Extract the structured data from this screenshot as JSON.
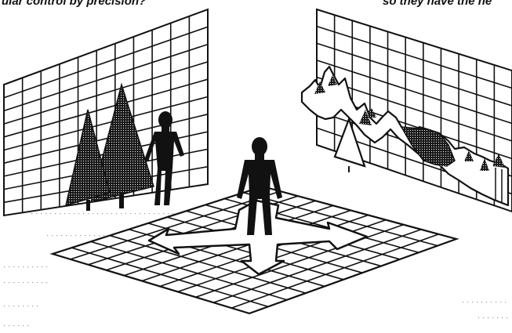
{
  "captions": {
    "left": "ular control by precision?",
    "right": "so they have the ne"
  },
  "icons": [
    "left-grid-wall",
    "right-grid-wall",
    "floor-grid",
    "mountain-range",
    "pine-tree",
    "person-silhouette",
    "four-way-arrows"
  ],
  "colors": {
    "ink": "#111111",
    "paper": "#ffffff",
    "dot": "#9a9a9a"
  }
}
